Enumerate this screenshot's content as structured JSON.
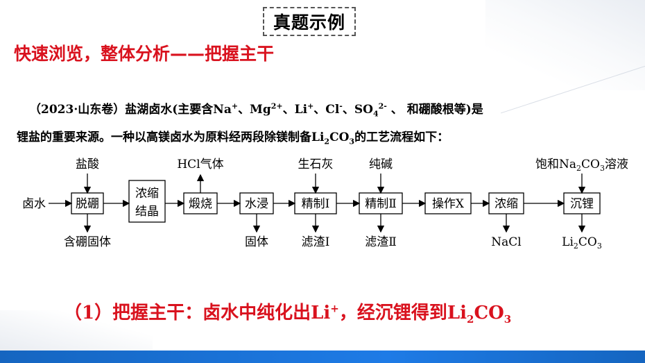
{
  "slide": {
    "title": "真题示例",
    "heading": "快速浏览，整体分析——把握主干"
  },
  "problem": {
    "line1": {
      "source": "（2023·山东卷）",
      "t1": "盐湖卤水(主要含Na",
      "na_charge": "+",
      "t2": "、Mg",
      "mg_charge": "2+",
      "t3": "、Li",
      "li_charge": "+",
      "t4": "、Cl",
      "cl_charge": "-",
      "t5": "、SO",
      "so4_sub": "4",
      "so4_charge": "2-",
      "t6": " 、 和硼酸根等)是"
    },
    "line2": {
      "t1": "锂盐的重要来源。一种以高镁卤水为原料经两段除镁制备Li",
      "li_sub": "2",
      "t2": "CO",
      "co_sub": "3",
      "t3": "的工艺流程如下："
    }
  },
  "flowchart": {
    "start": "卤水",
    "steps": {
      "s1": "脱硼",
      "s2_line1": "浓缩",
      "s2_line2": "结晶",
      "s3": "煅烧",
      "s4": "水浸",
      "s5": "精制Ⅰ",
      "s6": "精制Ⅱ",
      "s7": "操作X",
      "s8": "浓缩",
      "s9": "沉锂"
    },
    "inputs": {
      "hcl_acid": "盐酸",
      "quicklime": "生石灰",
      "soda_ash": "纯碱",
      "sat_pre": "饱和Na",
      "sat_sub1": "2",
      "sat_mid": "CO",
      "sat_sub2": "3",
      "sat_post": "溶液"
    },
    "outputs": {
      "hcl_gas": "HCl气体",
      "boron_solid": "含硼固体",
      "solid": "固体",
      "residue1": "滤渣Ⅰ",
      "residue2": "滤渣Ⅱ",
      "nacl": "NaCl",
      "li2co3_pre": "Li",
      "li2co3_sub1": "2",
      "li2co3_mid": "CO",
      "li2co3_sub2": "3"
    }
  },
  "conclusion": {
    "t1": "（1）把握主干：卤水中纯化出Li",
    "li_charge": "+",
    "t2": "，经沉锂得到Li",
    "sub1": "2",
    "t3": "CO",
    "sub2": "3"
  }
}
